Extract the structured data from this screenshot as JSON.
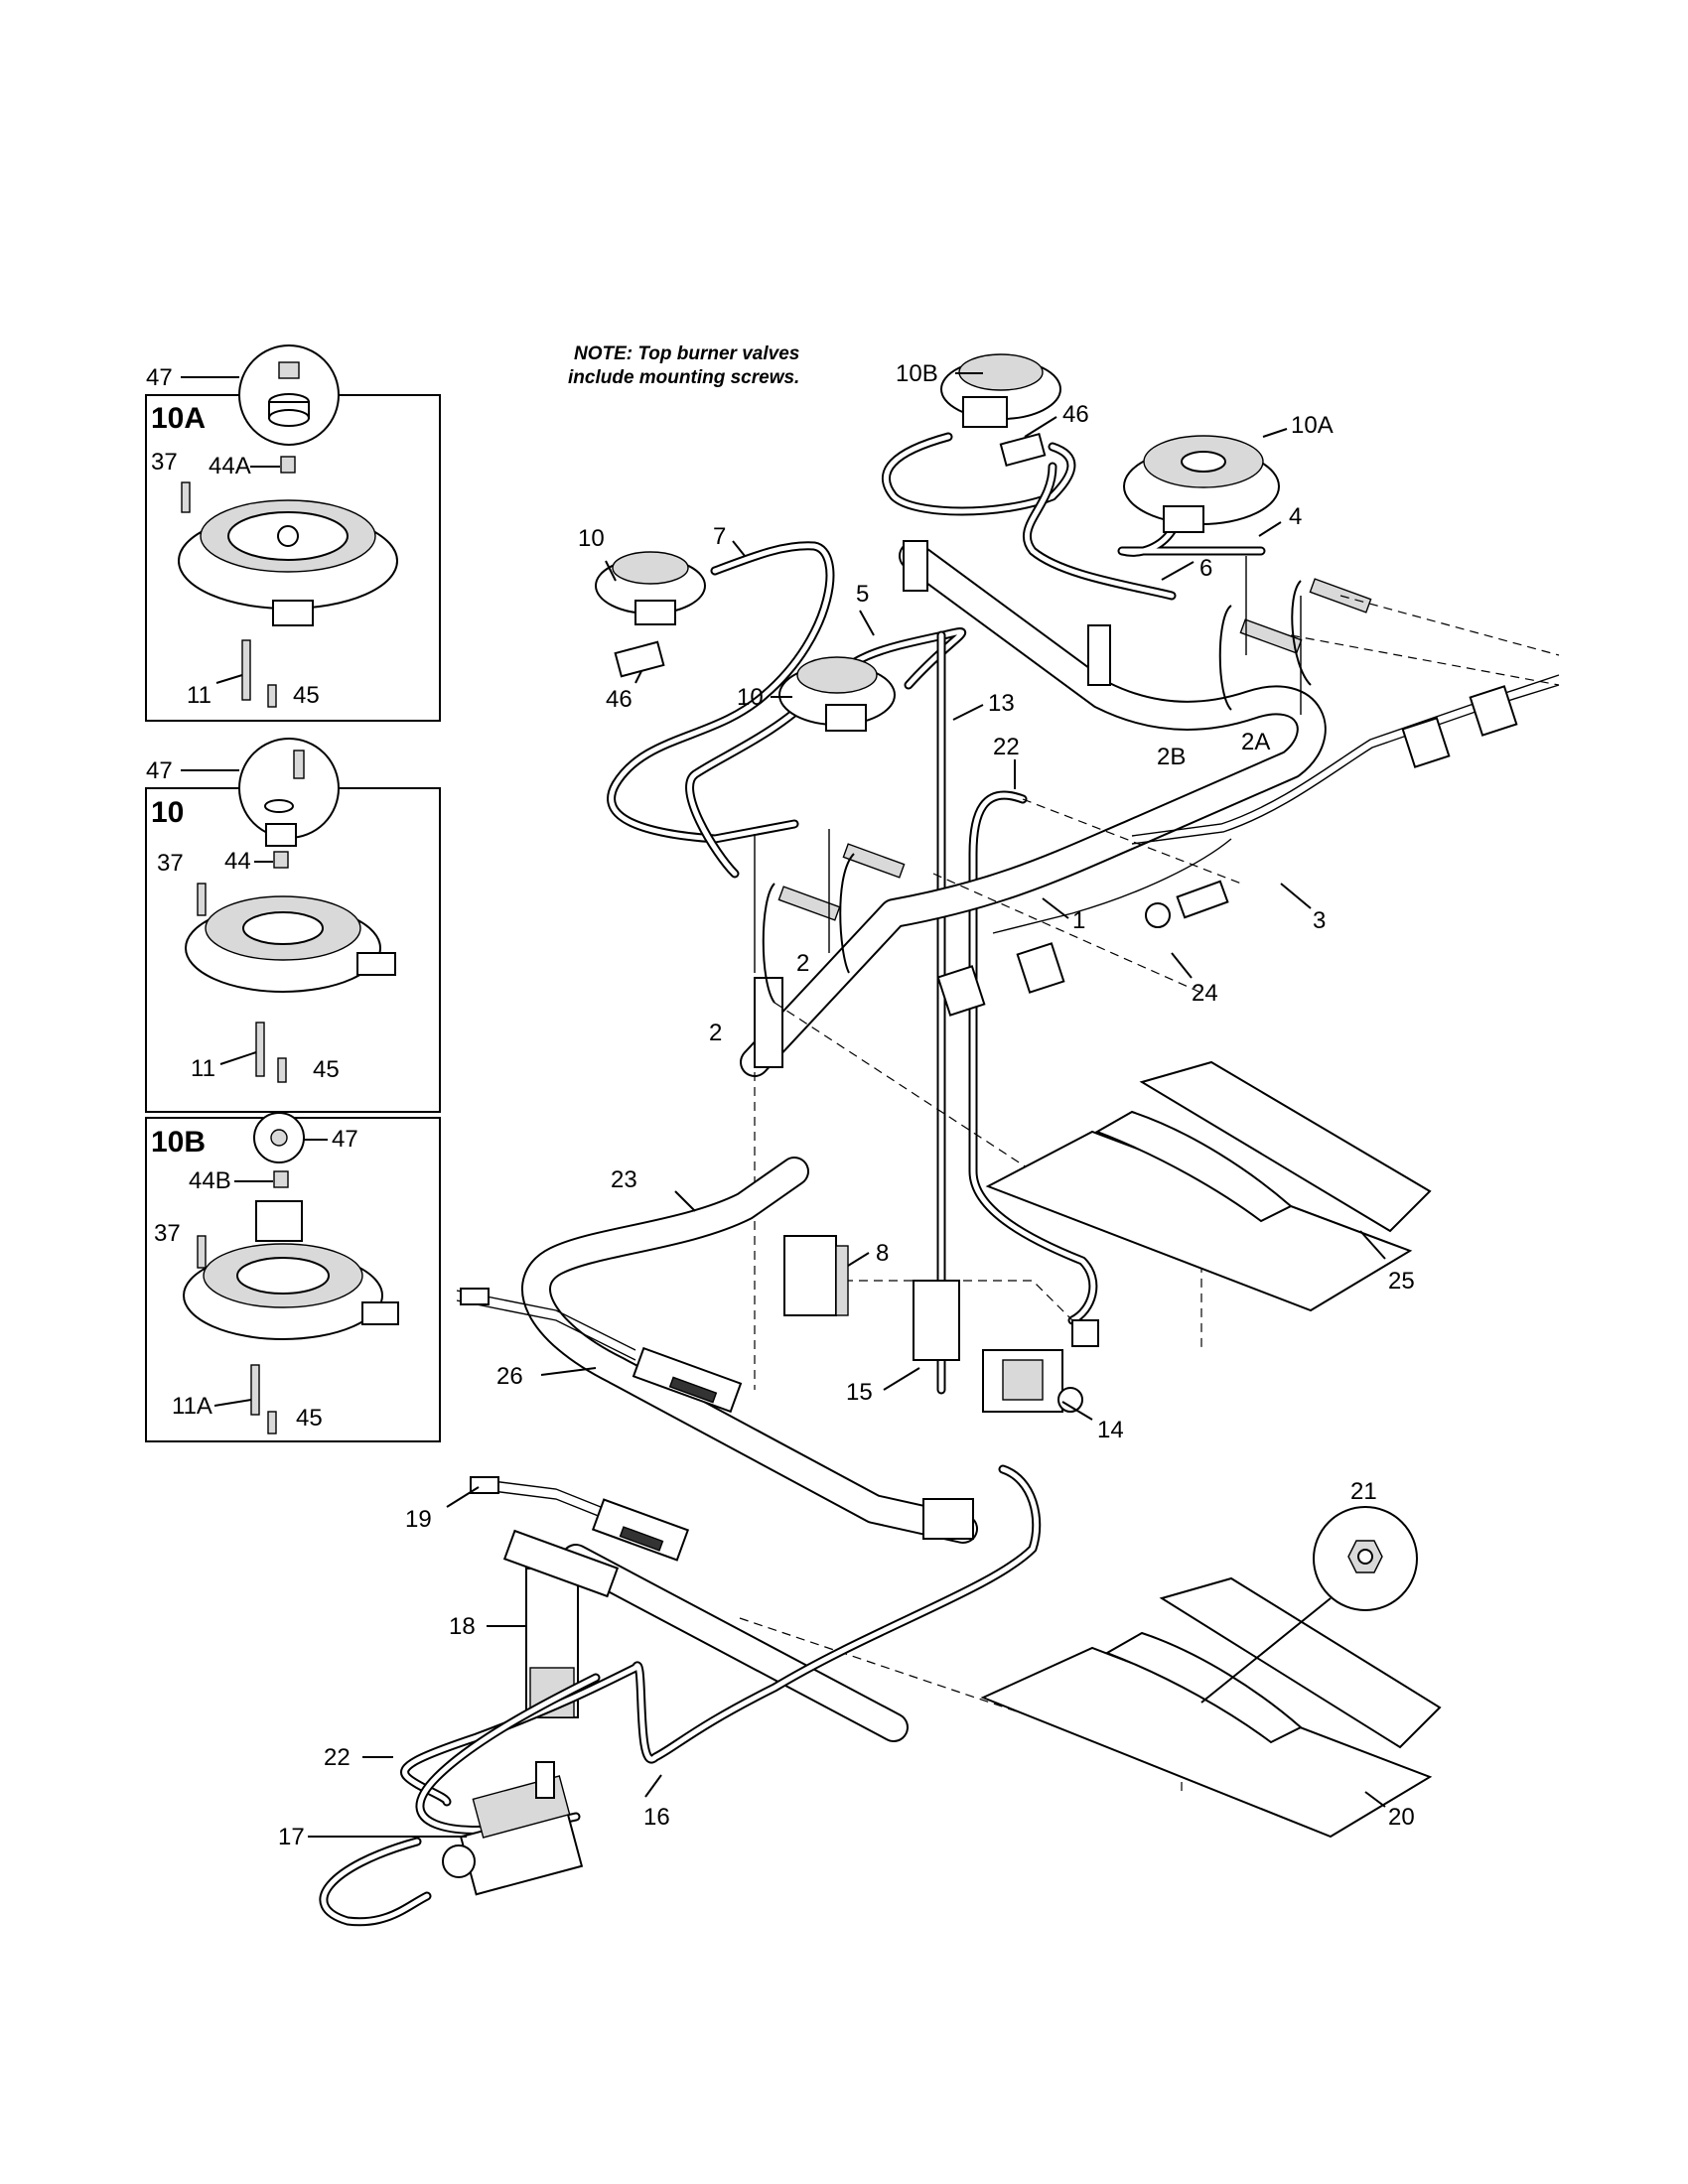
{
  "note": {
    "line1": "NOTE: Top burner valves",
    "line2": "include mounting screws."
  },
  "inset_boxes": [
    {
      "title": "10A",
      "labels": {
        "cap": "47",
        "screw": "37",
        "orifice": "44A",
        "electrode": "11",
        "clip_screw": "45"
      }
    },
    {
      "title": "10",
      "labels": {
        "cap": "47",
        "screw": "37",
        "orifice": "44",
        "electrode": "11",
        "clip_screw": "45"
      }
    },
    {
      "title": "10B",
      "labels": {
        "cap": "47",
        "screw": "37",
        "orifice": "44B",
        "electrode": "11A",
        "clip_screw": "45"
      }
    }
  ],
  "callouts": {
    "burner_10B": "10B",
    "bracket_46_top": "46",
    "burner_10A": "10A",
    "tube_4": "4",
    "tube_6": "6",
    "tube_7": "7",
    "burner_10_left": "10",
    "tube_5": "5",
    "burner_10_mid": "10",
    "bracket_46_left": "46",
    "tube_13": "13",
    "tube_22_top": "22",
    "valve_2B": "2B",
    "valve_2A": "2A",
    "manifold_1": "1",
    "harness_3": "3",
    "valve_2_mid": "2",
    "valve_2_left": "2",
    "fitting_24": "24",
    "burner_23": "23",
    "module_8": "8",
    "shield_25": "25",
    "igniter_26": "26",
    "bracket_15": "15",
    "regulator_14": "14",
    "igniter_19": "19",
    "burner_18": "18",
    "nut_21": "21",
    "tube_22_bottom": "22",
    "tube_16": "16",
    "valve_17": "17",
    "shield_20": "20"
  }
}
